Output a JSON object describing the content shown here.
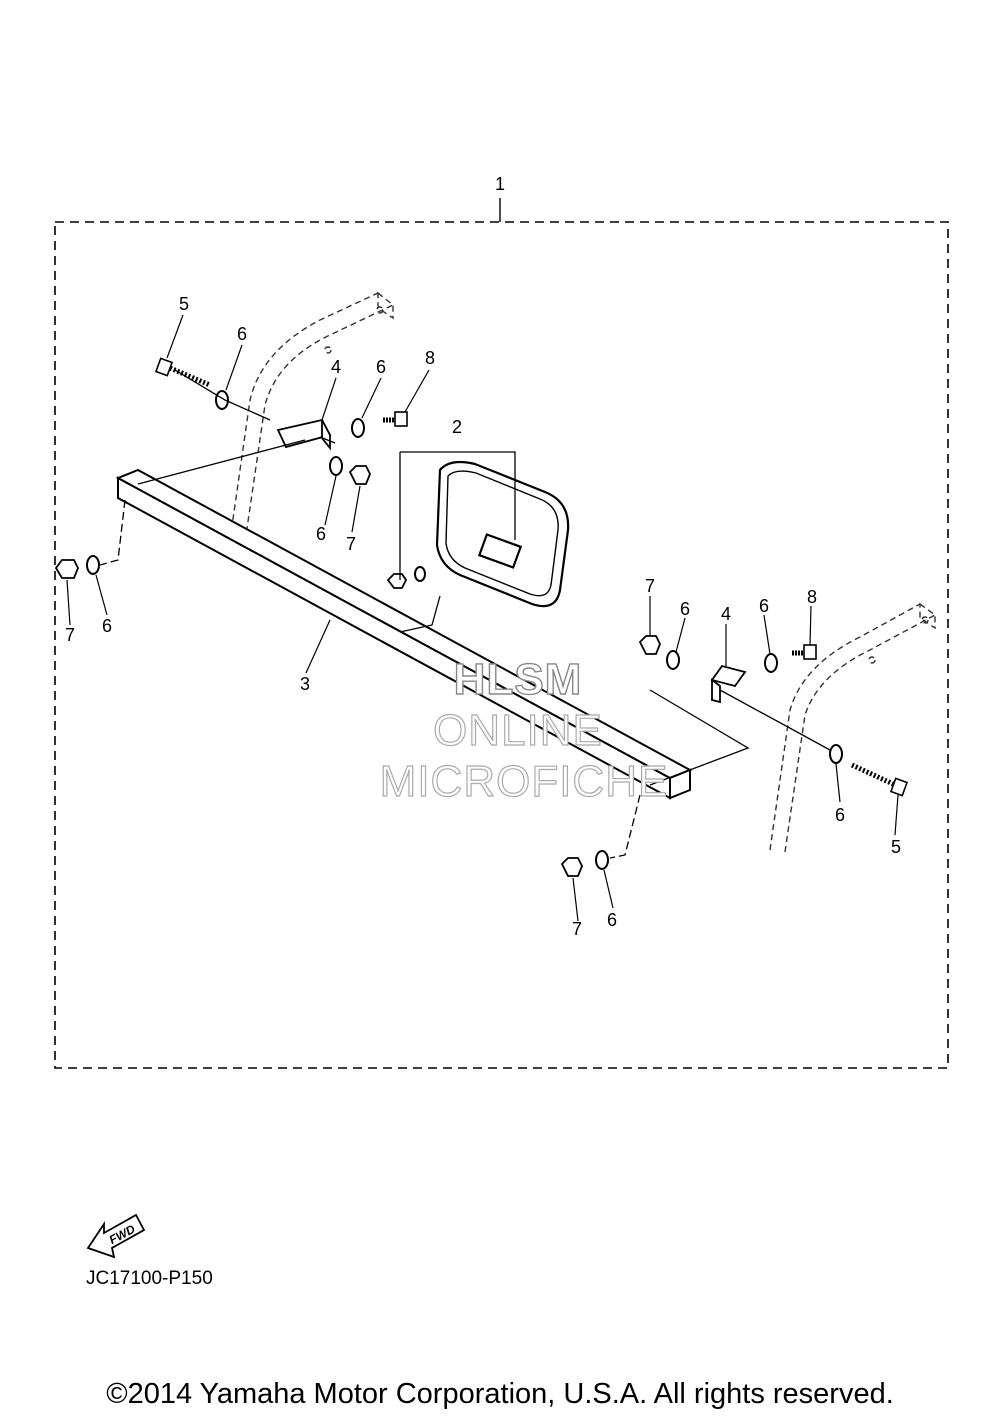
{
  "callouts": {
    "c1": "1",
    "c2": "2",
    "c3": "3",
    "c4a": "4",
    "c4b": "4",
    "c5a": "5",
    "c5b": "5",
    "c6a": "6",
    "c6b": "6",
    "c6c": "6",
    "c6d": "6",
    "c6e": "6",
    "c6f": "6",
    "c6g": "6",
    "c7a": "7",
    "c7b": "7",
    "c7c": "7",
    "c7d": "7",
    "c8a": "8",
    "c8b": "8"
  },
  "watermark": {
    "line1": "HLSM",
    "line2": "ONLINE",
    "line3": "MICROFICHE"
  },
  "fwd_label": "FWD",
  "diagram_code": "JC17100-P150",
  "copyright": "©2014 Yamaha Motor Corporation, U.S.A. All rights reserved."
}
